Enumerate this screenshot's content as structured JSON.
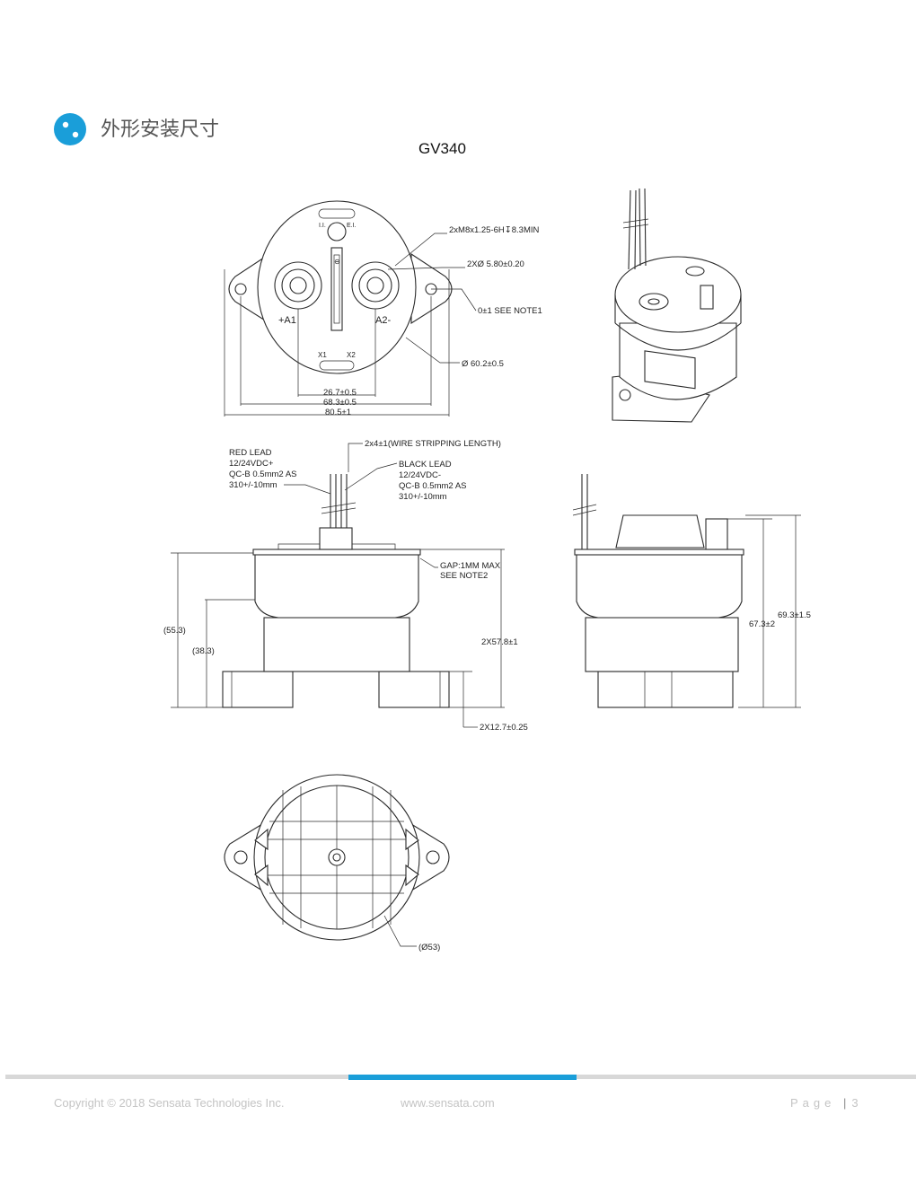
{
  "header": {
    "icon": "dot-circle-icon",
    "title": "外形安装尺寸",
    "accent_color": "#1a9ed9"
  },
  "model": "GV340",
  "top_view": {
    "terminal_a1": "+A1",
    "terminal_a2": "A2-",
    "coil_x1": "X1",
    "coil_x2": "X2",
    "coil_top_left": "I.I.",
    "coil_top_right": "E.I.",
    "thread_note": "2xM8x1.25-6H↧8.3MIN",
    "hole_note": "2XØ 5.80±0.20",
    "note1": "0±1 SEE NOTE1",
    "diameter": "Ø 60.2±0.5",
    "dim_1": "26.7±0.5",
    "dim_2": "68.3±0.5",
    "dim_3": "80.5±1"
  },
  "front_view": {
    "red_lead": [
      "RED LEAD",
      "12/24VDC+",
      "QC-B 0.5mm2 AS",
      "310+/-10mm"
    ],
    "black_lead": [
      "BLACK LEAD",
      "12/24VDC-",
      "QC-B 0.5mm2 AS",
      "310+/-10mm"
    ],
    "strip_note": "2x4±1(WIRE STRIPPING LENGTH)",
    "gap_note": [
      "GAP:1MM MAX",
      "SEE NOTE2"
    ],
    "height_1": "(55.3)",
    "height_2": "(38.3)",
    "height_3": "2X57.8±1",
    "foot": "2X12.7±0.25"
  },
  "side_view": {
    "height_1": "67.3±2",
    "height_2": "69.3±1.5"
  },
  "bottom_view": {
    "diameter": "(Ø53)"
  },
  "footer": {
    "copyright": "Copyright © 2018 Sensata Technologies Inc.",
    "website": "www.sensata.com",
    "page_label": "Page",
    "page_number": "3"
  }
}
